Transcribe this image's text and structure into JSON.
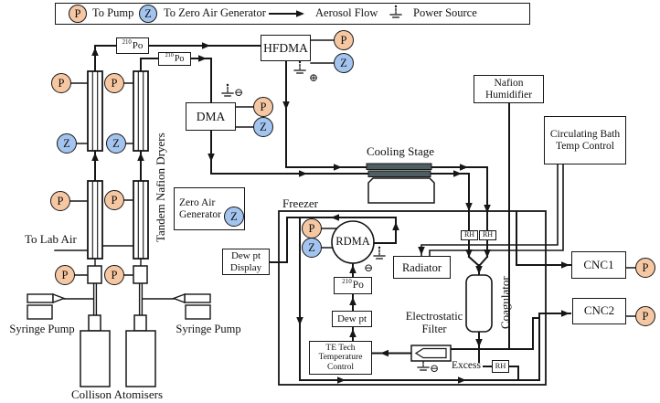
{
  "legend": {
    "p": "P",
    "to_pump": "To Pump",
    "z": "Z",
    "to_zero_air": "To Zero Air Generator",
    "aerosol_flow": "Aerosol Flow",
    "power_source": "Power Source"
  },
  "symbols": {
    "p": "P",
    "z": "Z",
    "plus": "⊕",
    "minus": "⊖",
    "rh": "RH"
  },
  "po_source": {
    "sup": "210",
    "label": "Po"
  },
  "instruments": {
    "hfdma": "HFDMA",
    "dma": "DMA",
    "rdma": "RDMA",
    "cnc1": "CNC1",
    "cnc2": "CNC2",
    "radiator": "Radiator",
    "dew_pt": "Dew pt",
    "coagulator": "Coagulator",
    "cooling_stage": "Cooling Stage",
    "freezer": "Freezer",
    "zero_air": [
      "Zero Air",
      "Generator"
    ],
    "nafion_humidifier": [
      "Nafion",
      "Humidifier"
    ],
    "circulating_bath": [
      "Circulating Bath",
      "Temp Control"
    ],
    "dew_pt_display": [
      "Dew pt",
      "Display"
    ],
    "te_tech": [
      "TE Tech",
      "Temperature",
      "Control"
    ],
    "electrostatic_filter": [
      "Electrostatic",
      "Filter"
    ]
  },
  "labels": {
    "to_lab_air": "To Lab Air",
    "tandem_dryers": "Tandem Nafion Dryers",
    "syringe_pump": "Syringe Pump",
    "collison_atomisers": "Collison Atomisers",
    "excess": "Excess"
  },
  "colors": {
    "pump_port": "#f5c7a3",
    "zero_air_port": "#a3c4ef",
    "cooling_bar": "#4f5e60",
    "line": "#161616"
  }
}
